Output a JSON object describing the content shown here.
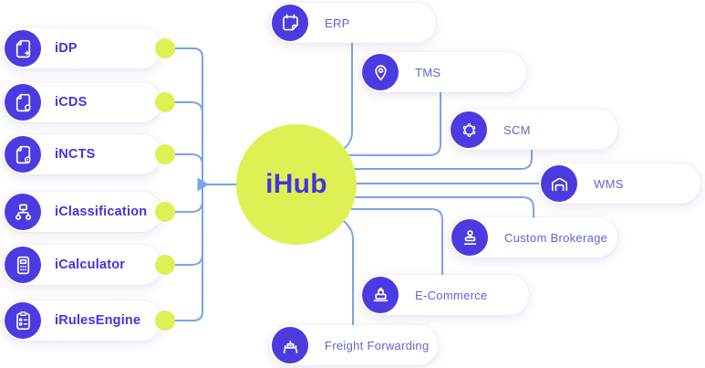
{
  "hub": {
    "label": "iHub"
  },
  "left_items": [
    {
      "label": "iDP",
      "icon": "document-sparkle-icon"
    },
    {
      "label": "iCDS",
      "icon": "document-circle-icon"
    },
    {
      "label": "iNCTS",
      "icon": "document-pin-icon"
    },
    {
      "label": "iClassification",
      "icon": "hierarchy-icon"
    },
    {
      "label": "iCalculator",
      "icon": "calculator-icon"
    },
    {
      "label": "iRulesEngine",
      "icon": "clipboard-checklist-icon"
    }
  ],
  "right_items": [
    {
      "label": "ERP",
      "icon": "calendar-icon"
    },
    {
      "label": "TMS",
      "icon": "map-pin-icon"
    },
    {
      "label": "SCM",
      "icon": "molecule-icon"
    },
    {
      "label": "WMS",
      "icon": "warehouse-icon"
    },
    {
      "label": "Custom Brokerage",
      "icon": "stamp-icon"
    },
    {
      "label": "E-Commerce",
      "icon": "laptop-shopping-icon"
    },
    {
      "label": "Freight Forwarding",
      "icon": "ship-icon"
    }
  ],
  "colors": {
    "accent_purple": "#4B3BE0",
    "lime": "#DDF155",
    "connector_blue": "#78A4EC",
    "left_label": "#4433E0",
    "right_label": "#5E68CF"
  }
}
